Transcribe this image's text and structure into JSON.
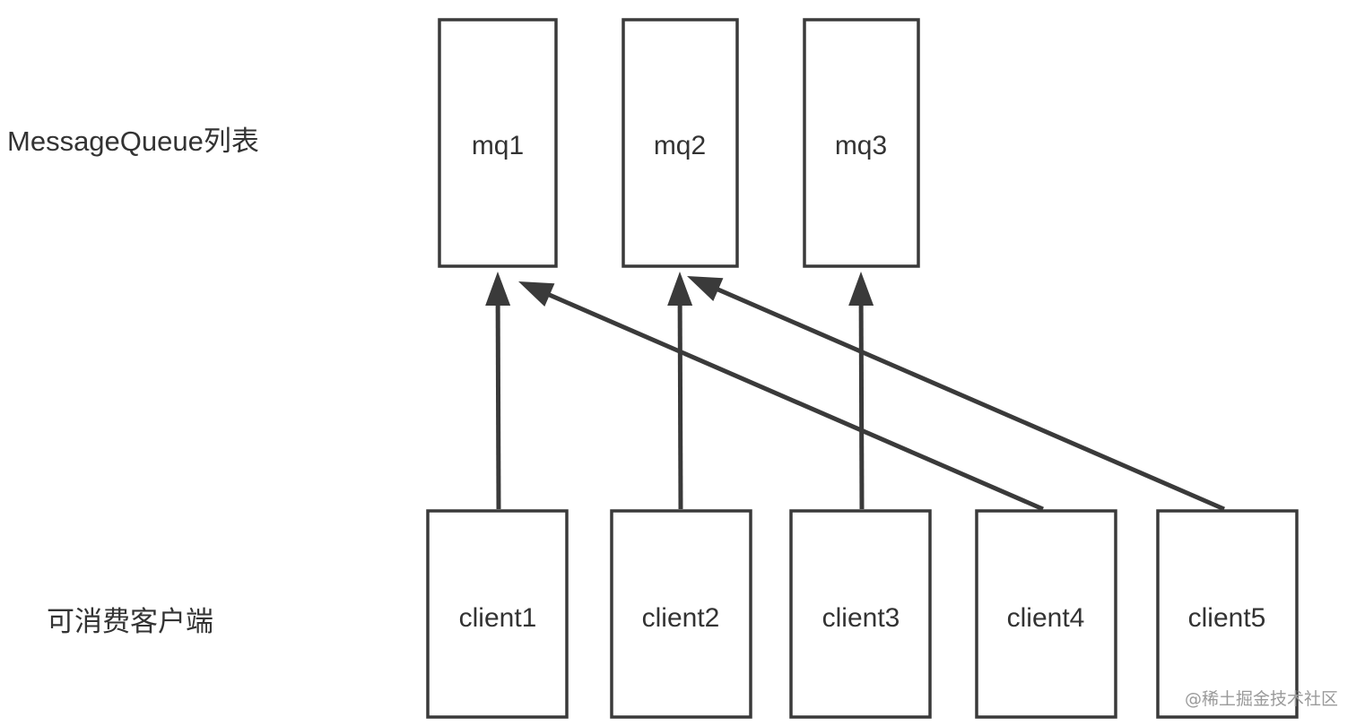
{
  "labels": {
    "message_queue_list": "MessageQueue列表",
    "consumer_clients": "可消费客户端"
  },
  "queues": [
    {
      "id": "mq1",
      "label": "mq1"
    },
    {
      "id": "mq2",
      "label": "mq2"
    },
    {
      "id": "mq3",
      "label": "mq3"
    }
  ],
  "clients": [
    {
      "id": "client1",
      "label": "client1"
    },
    {
      "id": "client2",
      "label": "client2"
    },
    {
      "id": "client3",
      "label": "client3"
    },
    {
      "id": "client4",
      "label": "client4"
    },
    {
      "id": "client5",
      "label": "client5"
    }
  ],
  "connections": [
    {
      "from": "client1",
      "to": "mq1"
    },
    {
      "from": "client2",
      "to": "mq2"
    },
    {
      "from": "client3",
      "to": "mq3"
    },
    {
      "from": "client4",
      "to": "mq1"
    },
    {
      "from": "client5",
      "to": "mq2"
    }
  ],
  "watermark": "@稀土掘金技术社区",
  "colors": {
    "stroke": "#3a3a3a",
    "text": "#333333",
    "watermark": "#9a9a9a"
  }
}
